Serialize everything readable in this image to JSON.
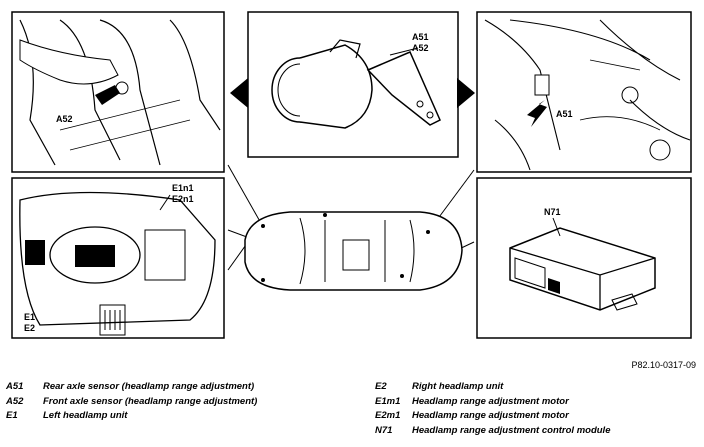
{
  "figure_id": "P82.10-0317-09",
  "callouts": {
    "a51_top": "A51",
    "a52_top": "A52",
    "a52_left": "A52",
    "a51_right": "A51",
    "e1n1": "E1n1",
    "e2n1": "E2n1",
    "e1": "E1",
    "e2": "E2",
    "n71": "N71"
  },
  "legend_left": [
    {
      "code": "A51",
      "text": "Rear axle sensor (headlamp range adjustment)"
    },
    {
      "code": "A52",
      "text": "Front axle sensor (headlamp range adjustment)"
    },
    {
      "code": "E1",
      "text": "Left headlamp unit"
    }
  ],
  "legend_right": [
    {
      "code": "E2",
      "text": "Right headlamp unit"
    },
    {
      "code": "E1m1",
      "text": "Headlamp range adjustment motor"
    },
    {
      "code": "E2m1",
      "text": "Headlamp range adjustment motor"
    },
    {
      "code": "N71",
      "text": "Headlamp range adjustment control module"
    }
  ]
}
